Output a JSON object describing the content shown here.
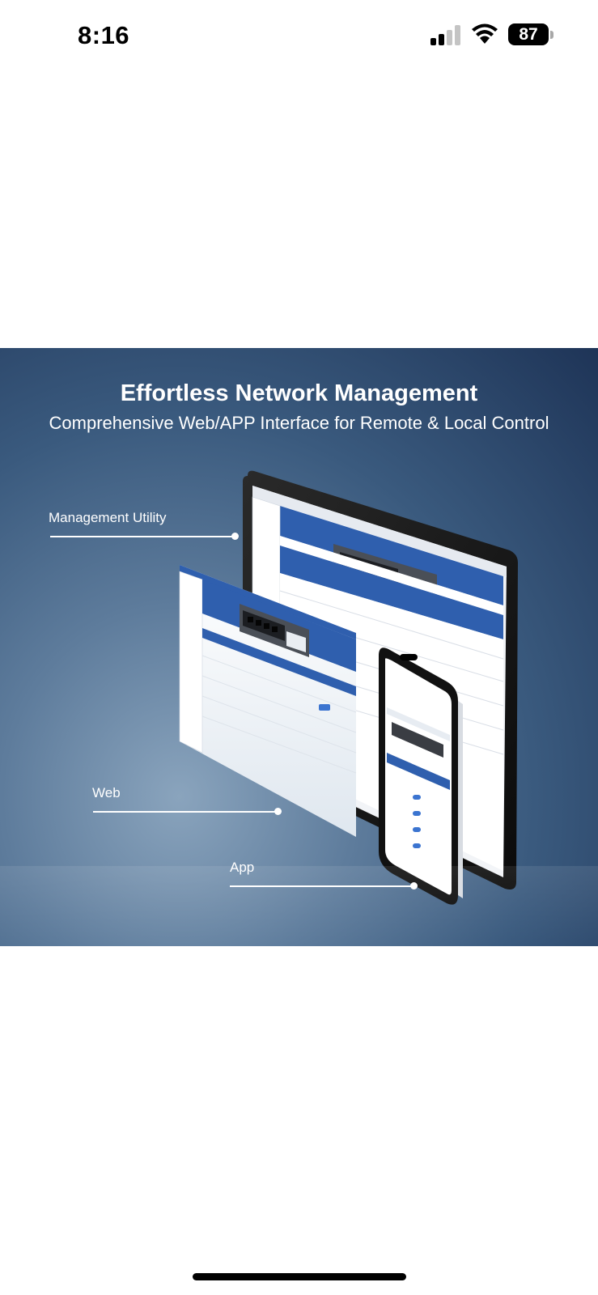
{
  "status_bar": {
    "time": "8:16",
    "battery": "87",
    "icons": [
      "cellular-signal-icon",
      "wifi-icon",
      "battery-icon"
    ]
  },
  "banner": {
    "title": "Effortless Network Management",
    "subtitle": "Comprehensive Web/APP Interface for Remote & Local Control",
    "callouts": {
      "management_utility": "Management Utility",
      "web": "Web",
      "app": "App"
    },
    "colors": {
      "background_dark": "#1e3457",
      "background_light": "#8aa4bd",
      "ui_blue": "#2f5fae"
    }
  }
}
